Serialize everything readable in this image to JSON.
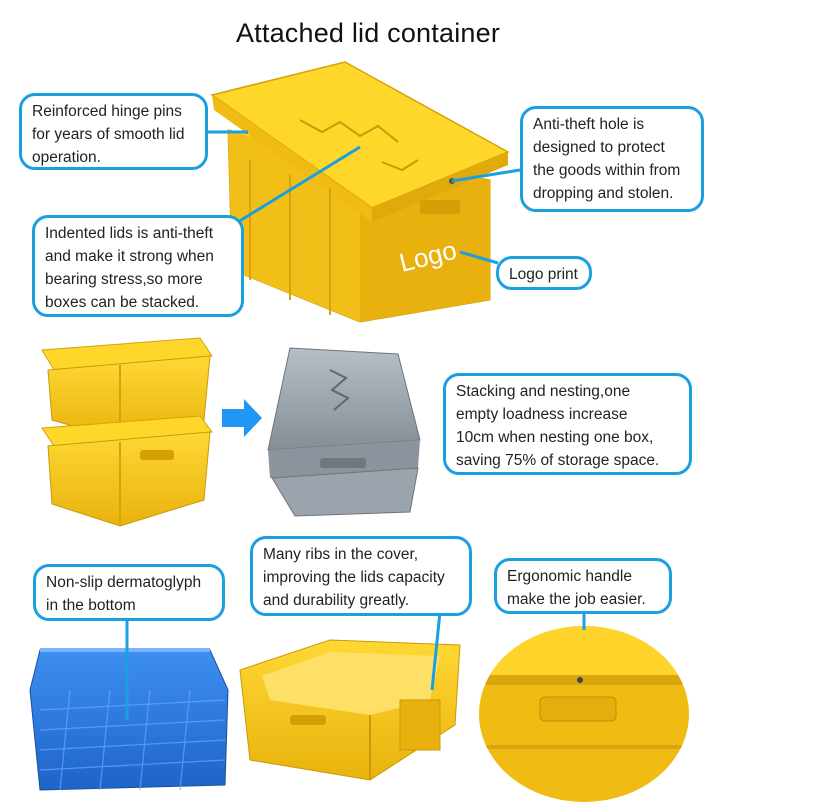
{
  "title": "Attached lid container",
  "crate_logo_text": "Logo",
  "callouts": {
    "hinge": [
      "Reinforced hinge pins",
      "for years of smooth lid",
      "operation."
    ],
    "indented": [
      "Indented lids is anti-theft",
      "and make it strong when",
      "bearing stress,so more",
      "boxes can be stacked."
    ],
    "anti_theft": [
      "Anti-theft hole is",
      "designed to protect",
      "the goods within from",
      "dropping and stolen."
    ],
    "logo_print": [
      "Logo print"
    ],
    "stacking": [
      "Stacking and nesting,one",
      "empty loadness increase",
      "10cm when nesting one box,",
      "saving 75% of storage space."
    ],
    "non_slip": [
      "Non-slip dermatoglyph",
      "in the bottom"
    ],
    "ribs": [
      "Many ribs in the cover,",
      "improving the lids capacity",
      "and durability greatly."
    ],
    "handle": [
      "Ergonomic handle",
      "make the job easier."
    ]
  },
  "colors": {
    "accent": "#1a9fe0",
    "yellow": "#f5c518",
    "yellow_dark": "#d9a60c",
    "grey": "#9aa3ab",
    "blue": "#2a7fe0"
  },
  "icons": {
    "arrow": "right-arrow-icon"
  }
}
